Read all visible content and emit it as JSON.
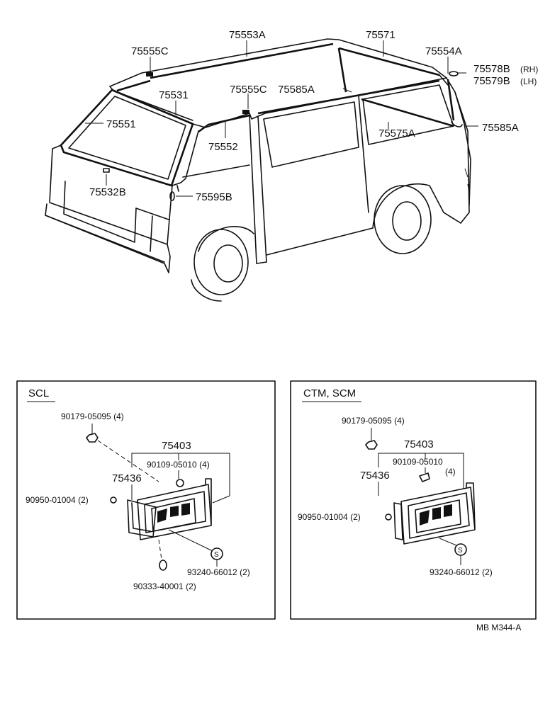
{
  "top": {
    "labels": {
      "p75555C_a": "75555C",
      "p75553A": "75553A",
      "p75571": "75571",
      "p75554A": "75554A",
      "p75578B": "75578B",
      "rh": "(RH)",
      "p75579B": "75579B",
      "lh": "(LH)",
      "p75531": "75531",
      "p75555C_b": "75555C",
      "p75585A_a": "75585A",
      "p75551": "75551",
      "p75552": "75552",
      "p75575A": "75575A",
      "p75585A_b": "75585A",
      "p75532B": "75532B",
      "p75595B": "75595B"
    }
  },
  "box_scl": {
    "title": "SCL",
    "bolt": "90179-05095 (4)",
    "assy": "75403",
    "screw": "90109-05010 (4)",
    "retainer": "75436",
    "nut": "90950-01004 (2)",
    "clip": "93240-66012 (2)",
    "cap": "90333-40001 (2)",
    "s_mark": "S"
  },
  "box_ctm": {
    "title": "CTM, SCM",
    "bolt": "90179-05095 (4)",
    "assy": "75403",
    "screw": "90109-05010",
    "screw_qty": "(4)",
    "retainer": "75436",
    "nut": "90950-01004 (2)",
    "clip": "93240-66012 (2)",
    "s_mark": "S"
  },
  "footer": {
    "code": "MB  M344-A"
  }
}
